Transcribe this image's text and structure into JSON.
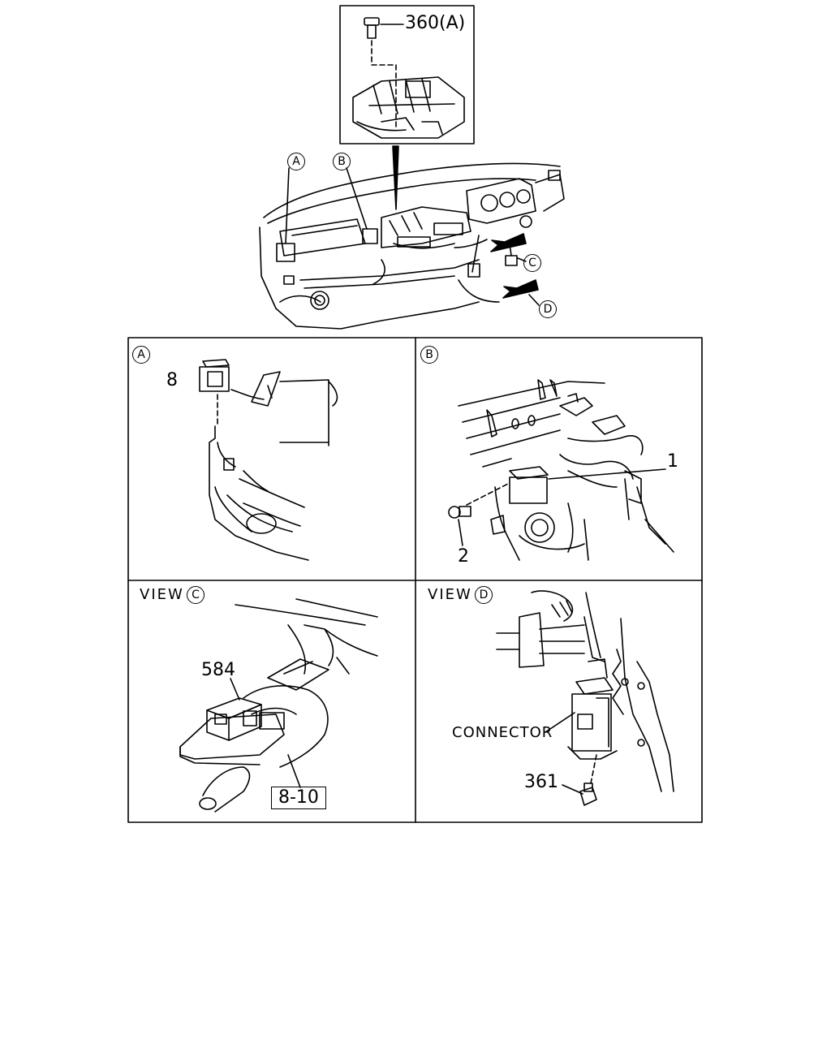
{
  "labels": {
    "inset_part": "360(A)",
    "callout_a": "A",
    "callout_b": "B",
    "callout_c": "C",
    "callout_d": "D",
    "panel_a_marker": "A",
    "panel_a_part": "8",
    "panel_b_marker": "B",
    "panel_b_part1": "1",
    "panel_b_part2": "2",
    "panel_c_view": "VIEW",
    "panel_c_marker": "C",
    "panel_c_part": "584",
    "panel_c_ref": "8-10",
    "panel_d_view": "VIEW",
    "panel_d_marker": "D",
    "panel_d_connector": "CONNECTOR",
    "panel_d_part": "361"
  }
}
